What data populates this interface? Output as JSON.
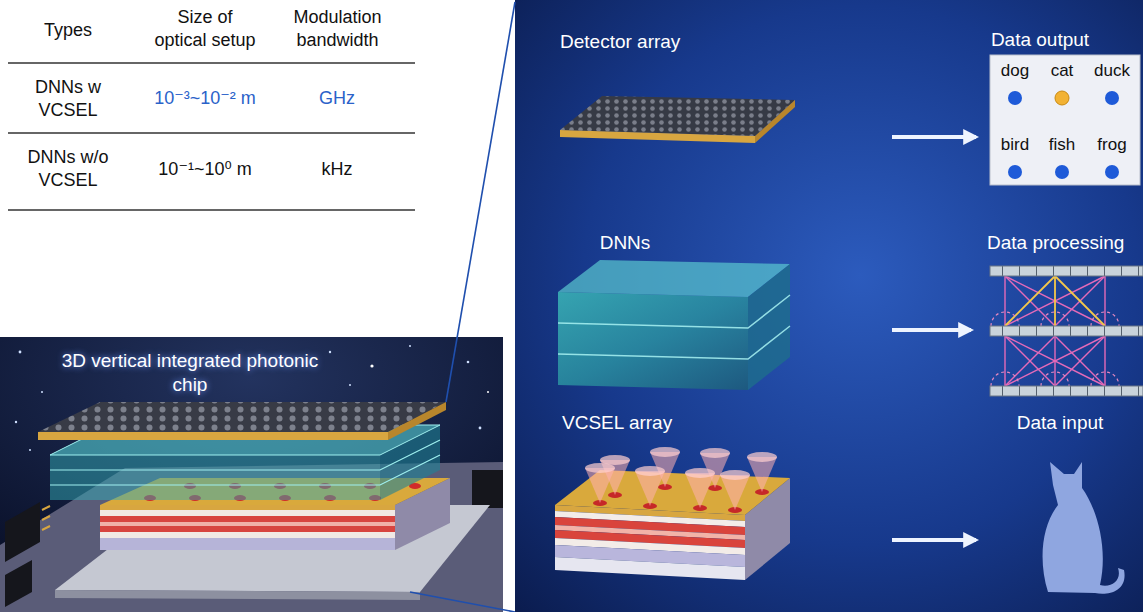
{
  "diagram": {
    "nodes": [
      {
        "text": [
          "3D vertical integrated photonic chip"
        ]
      },
      {
        "text": [
          "Detector array"
        ]
      },
      {
        "text": [
          "Data output",
          "dog",
          "cat",
          "duck",
          "bird",
          "fish",
          "frog"
        ]
      },
      {
        "text": [
          "DNNs"
        ]
      },
      {
        "text": [
          "Data processing"
        ]
      },
      {
        "text": [
          "VCSEL array"
        ]
      },
      {
        "text": [
          "Data input"
        ]
      }
    ],
    "edges": [
      {
        "from": 1,
        "to": 2,
        "arrow": "to"
      },
      {
        "from": 3,
        "to": 4,
        "arrow": "to"
      },
      {
        "from": 5,
        "to": 6,
        "arrow": "to"
      }
    ],
    "labels": [
      "Types",
      "Size of optical setup",
      "Modulation bandwidth",
      "DNNs w VCSEL",
      "10⁻³~10⁻² m",
      "GHz",
      "DNNs w/o VCSEL",
      "10⁻¹~10⁰ m",
      "kHz"
    ]
  }
}
